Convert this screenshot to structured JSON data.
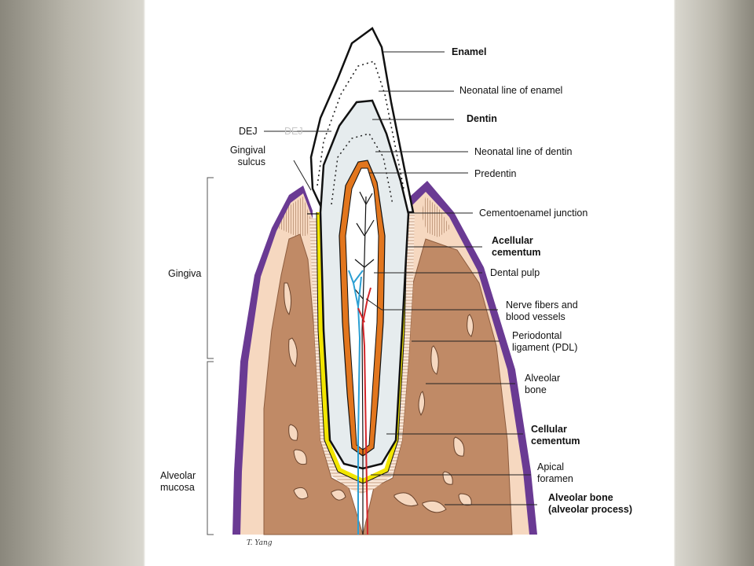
{
  "diagram": {
    "labels": {
      "enamel": "Enamel",
      "neonatal_enamel": "Neonatal line of enamel",
      "dentin": "Dentin",
      "dej": "DEJ",
      "dej_ghost": "DEJ",
      "gingival_sulcus": "Gingival\nsulcus",
      "neonatal_dentin": "Neonatal line of dentin",
      "predentin": "Predentin",
      "cej": "Cementoenamel junction",
      "acellular_cementum": "Acellular\ncementum",
      "gingiva": "Gingiva",
      "dental_pulp": "Dental pulp",
      "nerve_vessels": "Nerve fibers and\nblood vessels",
      "pdl": "Periodontal\nligament (PDL)",
      "alveolar_bone": "Alveolar\nbone",
      "cellular_cementum": "Cellular\ncementum",
      "apical_foramen": "Apical\nforamen",
      "alveolar_mucosa": "Alveolar\nmucosa",
      "alveolar_process": "Alveolar bone\n(alveolar process)",
      "signature": "T. Yang"
    },
    "colors": {
      "gingiva_epithelium": "#6a3a93",
      "connective_tissue": "#f6d8c0",
      "alveolar_bone": "#c08a66",
      "cementum": "#f2e500",
      "predentin": "#e2761e",
      "dentin": "#e6ecee",
      "pulp": "#ffffff",
      "nerve": "#2b9fd3",
      "artery": "#d2262a"
    }
  }
}
